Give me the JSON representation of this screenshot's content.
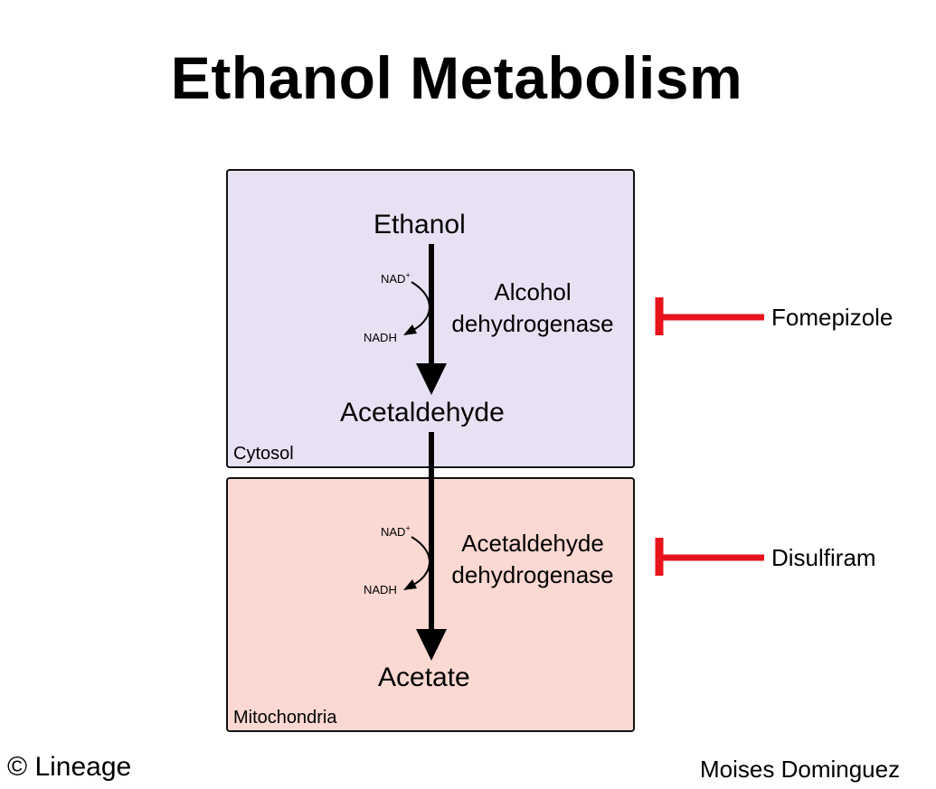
{
  "title": "Ethanol Metabolism",
  "compartments": [
    {
      "label": "Cytosol",
      "color": "#e8e1f4"
    },
    {
      "label": "Mitochondria",
      "color": "#fbd8d2"
    }
  ],
  "metabolites": [
    "Ethanol",
    "Acetaldehyde",
    "Acetate"
  ],
  "reactions": [
    {
      "enzyme_line1": "Alcohol",
      "enzyme_line2": "dehydrogenase",
      "cofactor_in": "NAD",
      "cofactor_in_charge": "+",
      "cofactor_out": "NADH",
      "inhibitor": "Fomepizole"
    },
    {
      "enzyme_line1": "Acetaldehyde",
      "enzyme_line2": "dehydrogenase",
      "cofactor_in": "NAD",
      "cofactor_in_charge": "+",
      "cofactor_out": "NADH",
      "inhibitor": "Disulfiram"
    }
  ],
  "colors": {
    "inhibitor": "#e8141c",
    "arrow": "#000000"
  },
  "footer": {
    "left": "© Lineage",
    "right": "Moises Dominguez"
  }
}
